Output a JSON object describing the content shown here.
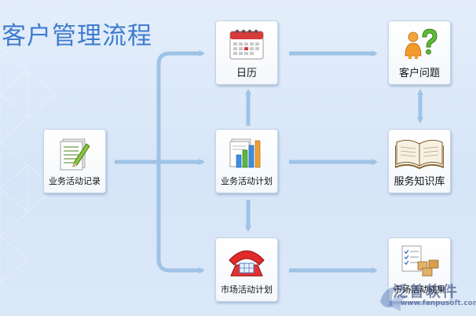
{
  "title": "客户管理流程",
  "nodes": {
    "activity_record": "业务活动记录",
    "calendar": "日历",
    "activity_plan": "业务活动计划",
    "market_plan": "市场活动计划",
    "customer_issue": "客户问题",
    "knowledge_base": "服务知识库",
    "market_result": "市场活动成果"
  },
  "watermark": {
    "brand": "泛普软件",
    "url": "www.fanpusoft.com"
  },
  "colors": {
    "title": "#3f7ccd",
    "arrow": "#9ec3e6"
  }
}
